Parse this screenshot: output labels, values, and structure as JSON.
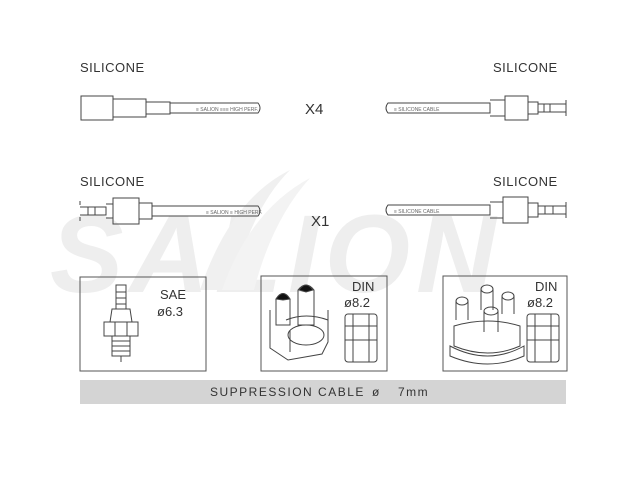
{
  "watermark": {
    "text": "SALION",
    "color": "#e9e9e9"
  },
  "cables": {
    "row1": {
      "left_label": "SILICONE",
      "right_label": "SILICONE",
      "multiplier": "X4"
    },
    "row2": {
      "left_label": "SILICONE",
      "right_label": "SILICONE",
      "multiplier": "X1"
    }
  },
  "boxes": {
    "sae": {
      "title": "SAE",
      "size": "ø6.3"
    },
    "din_left": {
      "title": "DIN",
      "size": "ø8.2"
    },
    "din_right": {
      "title": "DIN",
      "size": "ø8.2"
    }
  },
  "footer": {
    "text": "SUPPRESSION CABLE",
    "symbol": "ø",
    "size": "7mm"
  },
  "colors": {
    "line": "#444444",
    "bar": "#d4d4d4",
    "box_border": "#555555"
  }
}
